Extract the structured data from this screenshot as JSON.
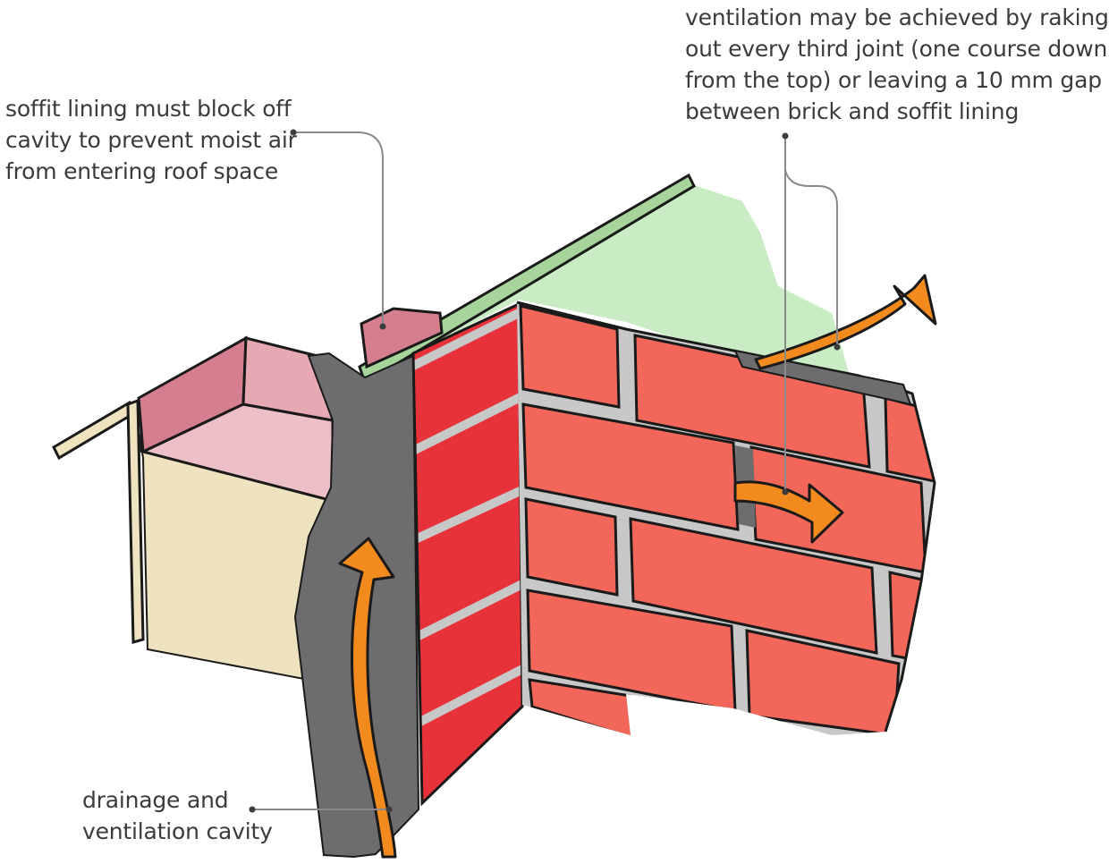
{
  "labels": {
    "soffit": {
      "lines": [
        "soffit lining must block off",
        "cavity to prevent moist air",
        "from entering roof space"
      ]
    },
    "ventilation": {
      "lines": [
        "ventilation may be achieved by raking",
        "out every third joint (one course down",
        "from the top) or leaving a 10 mm gap",
        "between brick and soffit lining"
      ]
    },
    "drainage": {
      "lines": [
        "drainage and",
        "ventilation cavity"
      ]
    }
  },
  "colors": {
    "brick_front": "#f2675a",
    "brick_side": "#e8323a",
    "mortar": "#c8c8c8",
    "cavity": "#6d6d70",
    "soffit": "#d57f8e",
    "sheathing": "#efe3bf",
    "roof_space": "#c9ecc4",
    "rafter": "#a7d49a",
    "arrow": "#f38a1e",
    "outline": "#1a1a1a",
    "leader": "#8a8a8a"
  }
}
